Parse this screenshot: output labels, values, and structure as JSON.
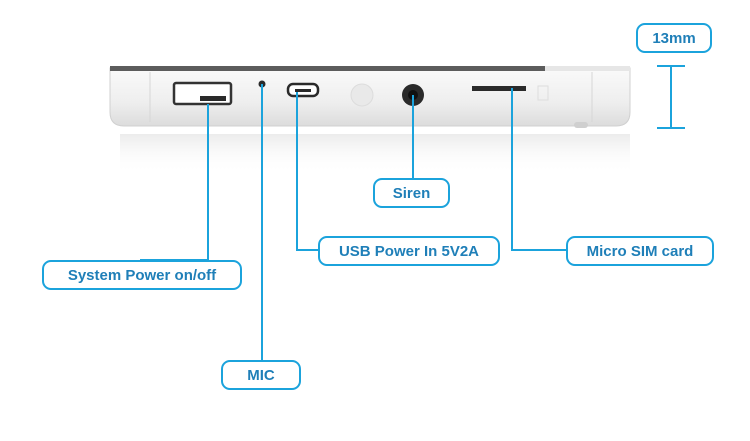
{
  "dimension": {
    "label": "13mm"
  },
  "callouts": {
    "power": "System Power on/off",
    "mic": "MIC",
    "usb": "USB Power In 5V2A",
    "siren": "Siren",
    "sim": "Micro SIM card"
  },
  "colors": {
    "accent": "#1ba3dc",
    "label_text": "#1f7fb8",
    "device_body": "#f2f2f2",
    "device_edge": "#5c5c5c"
  }
}
